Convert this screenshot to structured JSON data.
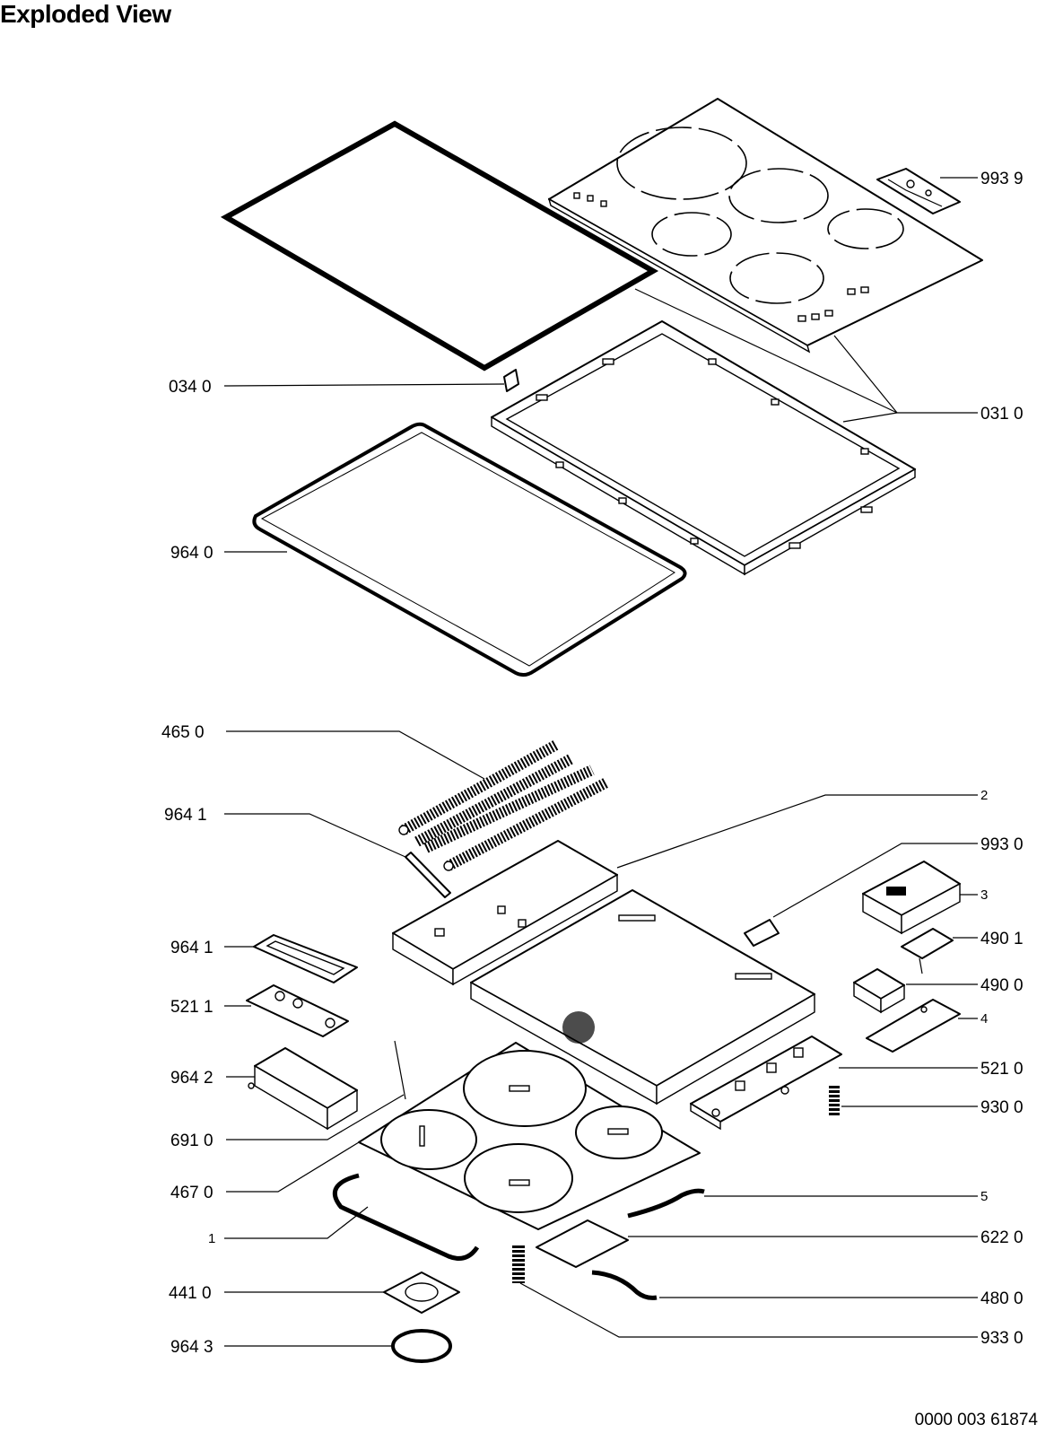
{
  "page": {
    "title": "Exploded View",
    "document_number": "0000 003 61874"
  },
  "callouts": {
    "p993_9": "993 9",
    "p034_0": "034 0",
    "p031_0": "031 0",
    "p964_0": "964 0",
    "p465_0": "465 0",
    "p2": "2",
    "p964_1a": "964 1",
    "p993_0": "993 0",
    "p3": "3",
    "p964_1b": "964 1",
    "p490_1": "490 1",
    "p490_0": "490 0",
    "p521_1": "521 1",
    "p4": "4",
    "p964_2": "964 2",
    "p521_0": "521 0",
    "p930_0": "930 0",
    "p691_0": "691 0",
    "p467_0": "467 0",
    "p5": "5",
    "p1": "1",
    "p622_0": "622 0",
    "p441_0": "441 0",
    "p480_0": "480 0",
    "p964_3": "964 3",
    "p933_0": "933 0"
  }
}
